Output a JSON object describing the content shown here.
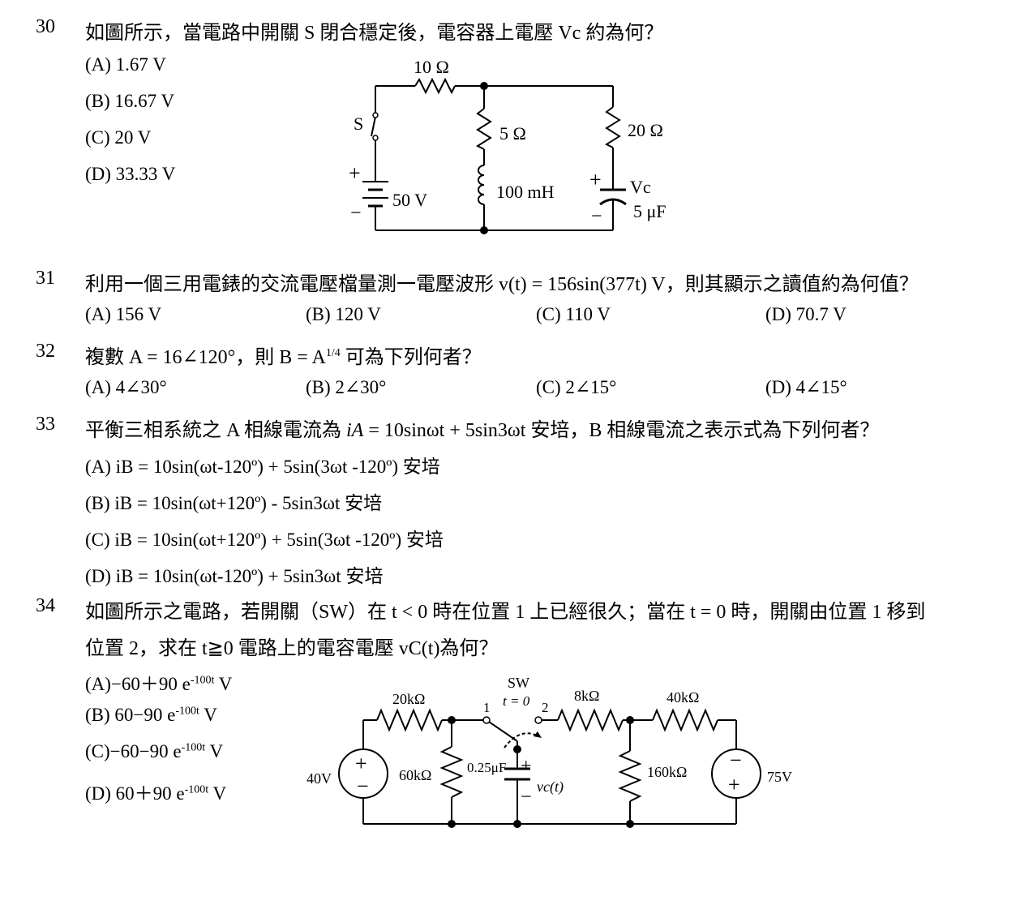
{
  "questions": [
    {
      "number": "30",
      "text": "如圖所示，當電路中開關 S 閉合穩定後，電容器上電壓 Vc 約為何？",
      "options": [
        "(A) 1.67 V",
        "(B) 16.67 V",
        "(C) 20 V",
        "(D) 33.33 V"
      ]
    },
    {
      "number": "31",
      "text": "利用一個三用電錶的交流電壓檔量測一電壓波形 v(t) = 156sin(377t) V，則其顯示之讀值約為何值？",
      "options": [
        "(A) 156 V",
        "(B) 120 V",
        "(C) 110 V",
        "(D) 70.7 V"
      ]
    },
    {
      "number": "32",
      "text_before": "複數 A = 16∠120°，則 B = A",
      "text_sup": "1/4",
      "text_after": " 可為下列何者？",
      "options": [
        "(A) 4∠30°",
        "(B) 2∠30°",
        "(C) 2∠15°",
        "(D) 4∠15°"
      ]
    },
    {
      "number": "33",
      "text_before": "平衡三相系統之 A 相線電流為 ",
      "text_var": "iA",
      "text_after": " = 10sinωt + 5sin3ωt 安培，B 相線電流之表示式為下列何者？",
      "options": [
        "(A) iB = 10sin(ωt-120º) + 5sin(3ωt -120º)  安培",
        "(B) iB = 10sin(ωt+120º) - 5sin3ωt 安培",
        "(C) iB = 10sin(ωt+120º) + 5sin(3ωt -120º)  安培",
        "(D) iB = 10sin(ωt-120º) + 5sin3ωt 安培"
      ]
    },
    {
      "number": "34",
      "text_line1": "如圖所示之電路，若開關（SW）在 t < 0 時在位置 1 上已經很久；當在 t = 0 時，開關由位置 1 移到",
      "text_line2": "位置 2，求在  t≧0  電路上的電容電壓 vC(t)為何？",
      "options": [
        {
          "prefix": "(A)−60＋90 e",
          "sup": "-100t",
          "suffix": " V"
        },
        {
          "prefix": "(B) 60−90 e",
          "sup": "-100t",
          "suffix": " V"
        },
        {
          "prefix": "(C)−60−90 e",
          "sup": "-100t",
          "suffix": " V"
        },
        {
          "prefix": "(D) 60＋90 e",
          "sup": "-100t",
          "suffix": " V"
        }
      ]
    }
  ],
  "circuit1": {
    "r_top": "10 Ω",
    "switch": "S",
    "r_mid": "5 Ω",
    "inductor": "100 mH",
    "r_right": "20 Ω",
    "cap_label": "Vc",
    "cap_value": "5 μF",
    "source": "50 V",
    "plus": "+",
    "minus": "−"
  },
  "circuit2": {
    "r1": "20kΩ",
    "sw": "SW",
    "sw_time": "t = 0",
    "pos1": "1",
    "pos2": "2",
    "r_8k": "8kΩ",
    "r_40k": "40kΩ",
    "src_left": "40V",
    "r_60k": "60kΩ",
    "cap": "0.25μF",
    "vc": "vc(t)",
    "r_160k": "160kΩ",
    "src_right": "75V"
  }
}
